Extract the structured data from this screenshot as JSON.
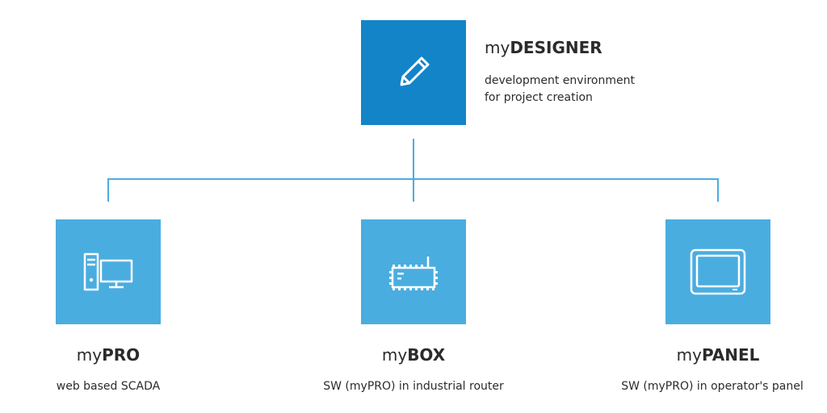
{
  "designer": {
    "name_prefix": "my",
    "name_bold": "DESIGNER",
    "desc_line1": "development environment",
    "desc_line2": "for project creation",
    "icon": "pencil-icon"
  },
  "products": [
    {
      "name_prefix": "my",
      "name_bold": "PRO",
      "desc": "web based SCADA",
      "icon": "desktop-computer-icon"
    },
    {
      "name_prefix": "my",
      "name_bold": "BOX",
      "desc": "SW (myPRO) in industrial router",
      "icon": "router-icon"
    },
    {
      "name_prefix": "my",
      "name_bold": "PANEL",
      "desc": "SW (myPRO) in operator's panel",
      "icon": "tablet-panel-icon"
    }
  ],
  "colors": {
    "designer_tile": "#1384c8",
    "product_tile": "#4aade0",
    "connector": "#4aade0",
    "text": "#2b2b2b"
  }
}
